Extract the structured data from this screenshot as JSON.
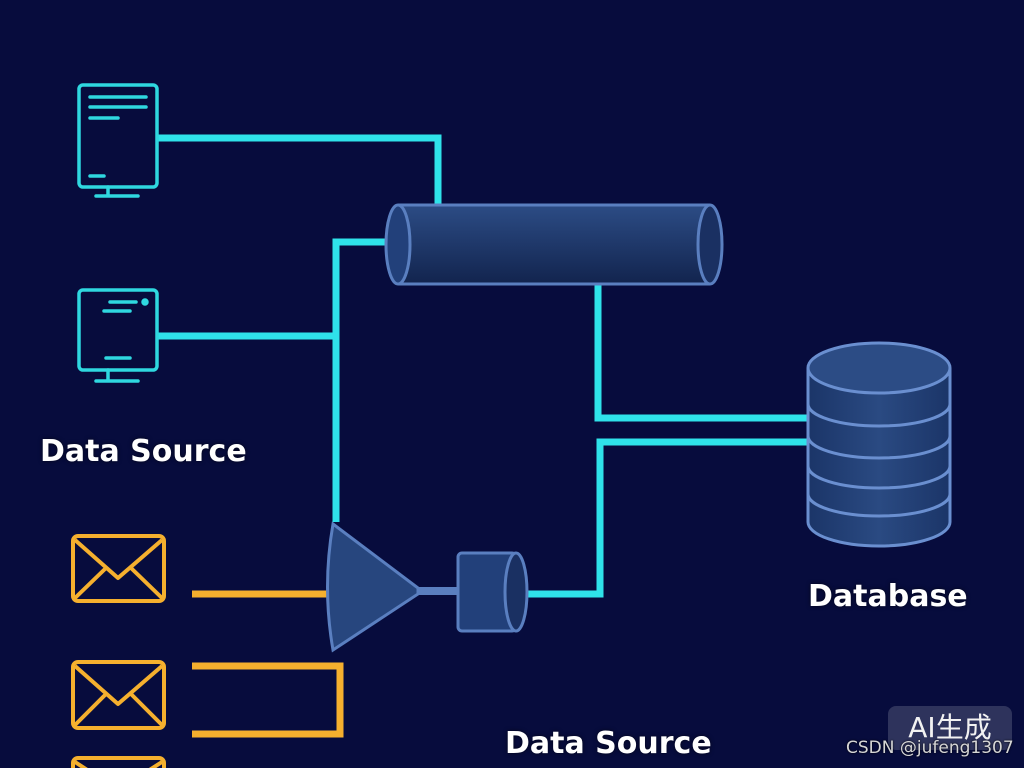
{
  "labels": {
    "data_source_left": "Data Source",
    "data_source_bottom": "Data Source",
    "database": "Database"
  },
  "watermark": {
    "badge": "AI生成",
    "credit": "CSDN @jufeng1307"
  },
  "colors": {
    "background": "#070c3d",
    "cyan_line": "#2fe3ea",
    "orange_line": "#f5b02e",
    "component_fill": "#1e3a6e",
    "component_stroke": "#5a7fc0"
  },
  "icons": {
    "computers": [
      "computer-icon",
      "computer-icon"
    ],
    "envelopes": [
      "envelope-icon",
      "envelope-icon",
      "envelope-icon"
    ],
    "pipeline": "cylinder-pipe-icon",
    "funnel": "funnel-icon",
    "processor": "small-cylinder-icon",
    "database": "database-icon"
  }
}
